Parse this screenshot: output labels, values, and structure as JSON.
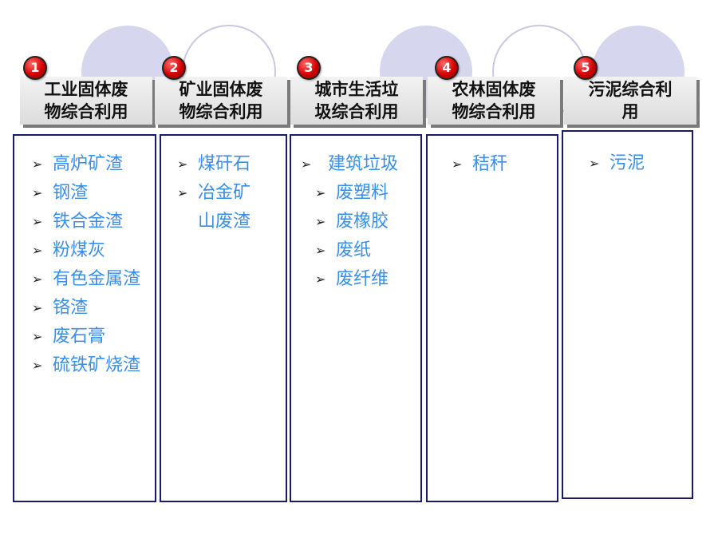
{
  "colors": {
    "panel_border": "#1a1a6b",
    "item_text": "#3a8ee6",
    "badge_red": "#d40000",
    "circle_fill": "#d6d6ee",
    "circle_stroke": "#c8c8e0"
  },
  "columns": [
    {
      "number": "1",
      "title": "工业固体废\n物综合利用",
      "items": [
        "高炉矿渣",
        "钢渣",
        "铁合金渣",
        "粉煤灰",
        "有色金属渣",
        "铬渣",
        "废石膏",
        "硫铁矿烧渣"
      ]
    },
    {
      "number": "2",
      "title": "矿业固体废\n物综合利用",
      "items": [
        "煤矸石",
        "冶金矿山废渣"
      ]
    },
    {
      "number": "3",
      "title": "城市生活垃\n圾综合利用",
      "items": [
        "建筑垃圾",
        "废塑料",
        "废橡胶",
        "废纸",
        "废纤维"
      ]
    },
    {
      "number": "4",
      "title": "农林固体废\n物综合利用",
      "items": [
        "秸秆"
      ]
    },
    {
      "number": "5",
      "title": "污泥综合利\n用",
      "items": [
        "污泥"
      ]
    }
  ],
  "arrow_glyph": "➢"
}
